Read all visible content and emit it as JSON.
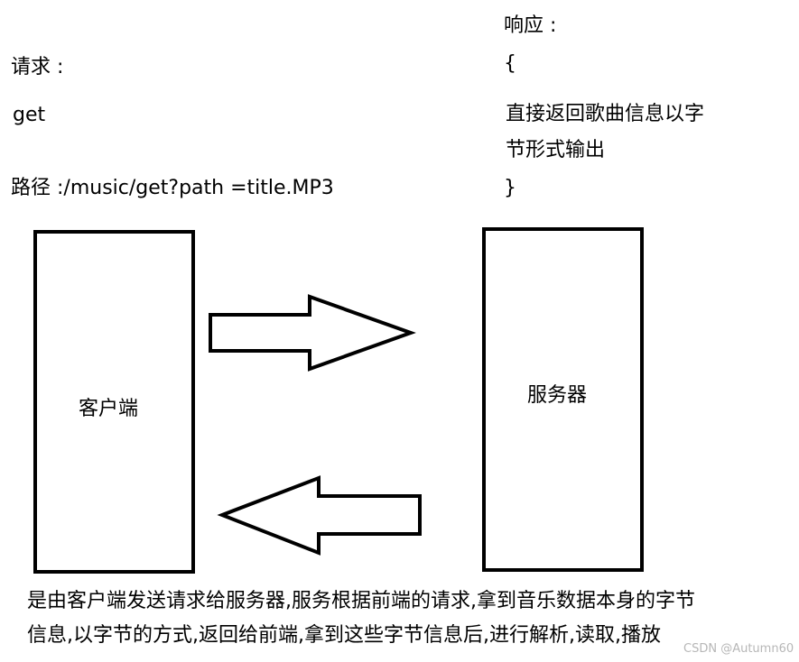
{
  "request": {
    "label": "请求 :",
    "method": "get",
    "path": "路径 :/music/get?path =title.MP3"
  },
  "response": {
    "label": "响应 :",
    "open_brace": "{",
    "line1": "直接返回歌曲信息以字",
    "line2": "节形式输出",
    "close_brace": "}"
  },
  "client": {
    "label": "客户端"
  },
  "server": {
    "label": "服务器"
  },
  "description": {
    "line1": "是由客户端发送请求给服务器,服务根据前端的请求,拿到音乐数据本身的字节",
    "line2": "信息,以字节的方式,返回给前端,拿到这些字节信息后,进行解析,读取,播放"
  },
  "watermark": "CSDN @Autumn60"
}
